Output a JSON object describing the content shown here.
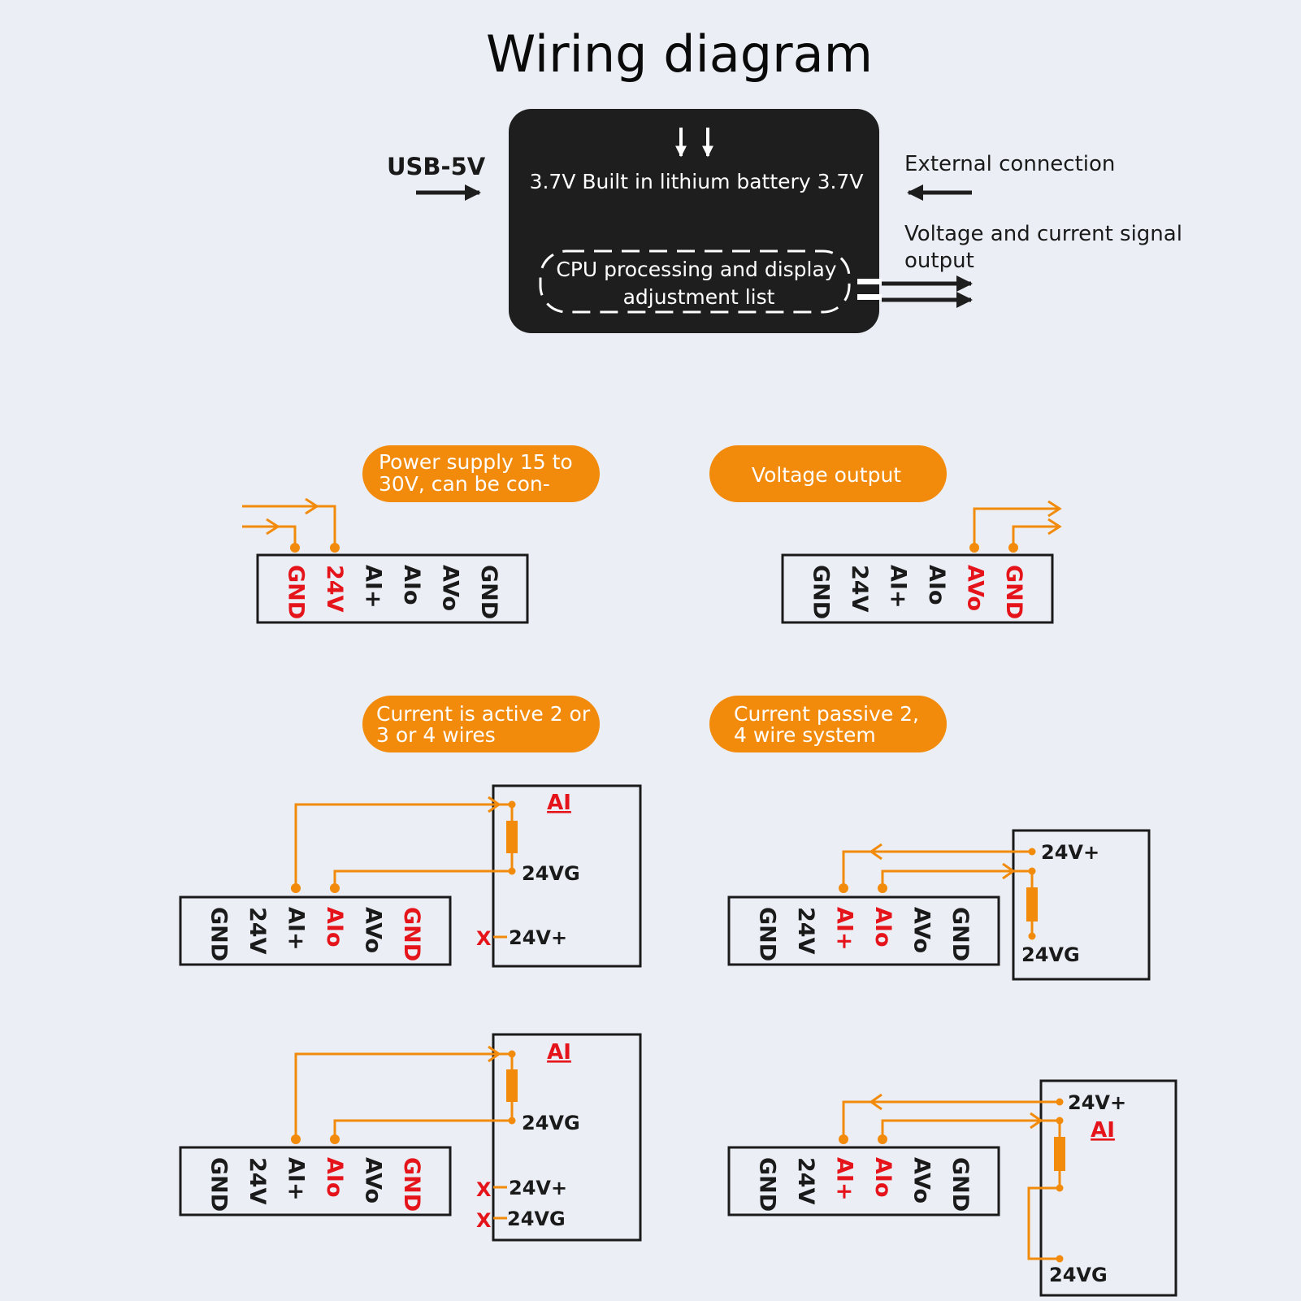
{
  "title": "Wiring diagram",
  "colors": {
    "background": "#ebeff5",
    "orange": "#f28b0c",
    "red": "#e5141b",
    "dark": "#1e1e1e",
    "text": "#1a1a1a"
  },
  "top_block": {
    "usb_label": "USB-5V",
    "battery_label": "3.7V Built in lithium battery 3.7V",
    "cpu_label_line1": "CPU processing and display",
    "cpu_label_line2": "adjustment list",
    "external_label": "External connection",
    "output_label_line1": "Voltage and current signal",
    "output_label_line2": "output"
  },
  "sections": [
    {
      "id": "power",
      "pill_line1": "Power supply 15 to",
      "pill_line2": "30V, can be con-",
      "terminals": [
        "GND",
        "24V",
        "AI+",
        "AIo",
        "AVo",
        "GND"
      ],
      "highlighted": [
        0,
        1
      ]
    },
    {
      "id": "voltage",
      "pill_line1": "Voltage output",
      "terminals": [
        "GND",
        "24V",
        "AI+",
        "AIo",
        "AVo",
        "GND"
      ],
      "highlighted": [
        4,
        5
      ]
    },
    {
      "id": "current-active",
      "pill_line1": "Current is active 2 or",
      "pill_line2": "3 or 4 wires",
      "terminals": [
        "GND",
        "24V",
        "AI+",
        "AIo",
        "AVo",
        "GND"
      ],
      "highlighted": [
        3,
        5
      ],
      "device": {
        "title": "AI",
        "pins": [
          "24VG",
          "24V+"
        ],
        "x_mark": "X"
      }
    },
    {
      "id": "current-passive",
      "pill_line1": "Current passive 2,",
      "pill_line2": "4 wire system",
      "terminals": [
        "GND",
        "24V",
        "AI+",
        "AIo",
        "AVo",
        "GND"
      ],
      "highlighted": [
        2,
        3
      ],
      "device": {
        "pins": [
          "24V+",
          "24VG"
        ]
      }
    },
    {
      "id": "current-active-2",
      "terminals": [
        "GND",
        "24V",
        "AI+",
        "AIo",
        "AVo",
        "GND"
      ],
      "highlighted": [
        3,
        5
      ],
      "device": {
        "title": "AI",
        "pins": [
          "24VG",
          "24V+",
          "24VG"
        ],
        "x_mark": "X"
      }
    },
    {
      "id": "current-passive-2",
      "terminals": [
        "GND",
        "24V",
        "AI+",
        "AIo",
        "AVo",
        "GND"
      ],
      "highlighted": [
        2,
        3
      ],
      "device": {
        "title": "AI",
        "pins": [
          "24V+",
          "24VG"
        ]
      }
    }
  ]
}
